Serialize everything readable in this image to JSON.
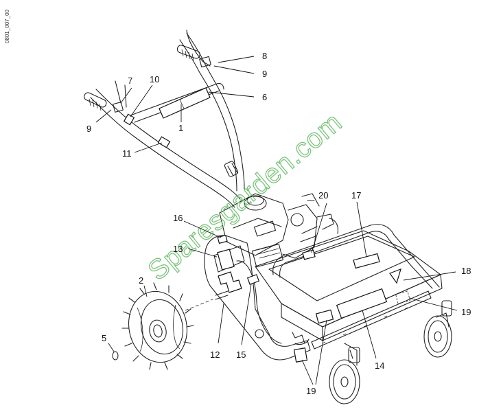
{
  "drawing_code": "0801_007_00",
  "watermark": "Sparesgarden.com",
  "callouts": {
    "c1": "1",
    "c2": "2",
    "c5": "5",
    "c6": "6",
    "c7": "7",
    "c8": "8",
    "c9a": "9",
    "c9b": "9",
    "c10": "10",
    "c11": "11",
    "c12": "12",
    "c13": "13",
    "c14": "14",
    "c15": "15",
    "c16": "16",
    "c17": "17",
    "c18": "18",
    "c19a": "19",
    "c19b": "19",
    "c20": "20"
  },
  "colors": {
    "line": "#222222",
    "watermark": "#7bc47b",
    "background": "#ffffff"
  }
}
